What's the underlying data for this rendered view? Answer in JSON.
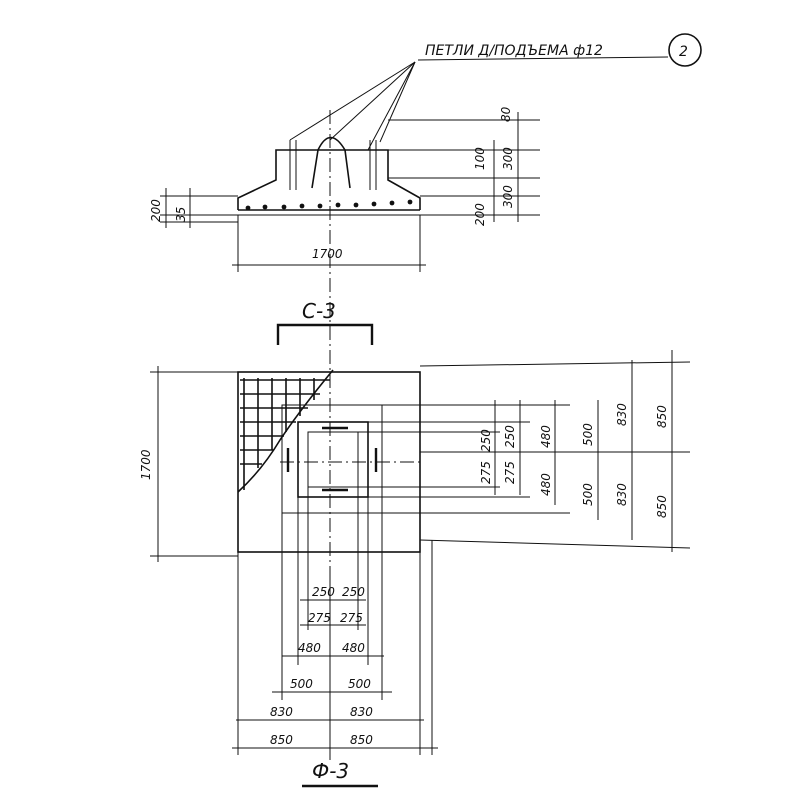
{
  "callout": {
    "text": "ПЕТЛИ Д/ПОДЪЕМА ф12",
    "mark": "2"
  },
  "section": {
    "overall_width": "1700",
    "right_dims": [
      "80",
      "300",
      "100",
      "300",
      "200"
    ],
    "left_dims": [
      "200",
      "35"
    ]
  },
  "section_mark": "С-3",
  "plan": {
    "height_dim": "1700",
    "right_col1": [
      "250",
      "250",
      "275",
      "275"
    ],
    "right_col2": [
      "480",
      "480"
    ],
    "right_col3": [
      "500",
      "500"
    ],
    "right_col4": [
      "830",
      "830"
    ],
    "right_col5": [
      "850",
      "850"
    ],
    "bottom_row1": [
      "250",
      "250"
    ],
    "bottom_row2": [
      "275",
      "275"
    ],
    "bottom_row3": [
      "480",
      "480"
    ],
    "bottom_row4": [
      "500",
      "500"
    ],
    "bottom_row5": [
      "830",
      "830"
    ],
    "bottom_row6": [
      "850",
      "850"
    ]
  },
  "plan_title": "Ф-3"
}
